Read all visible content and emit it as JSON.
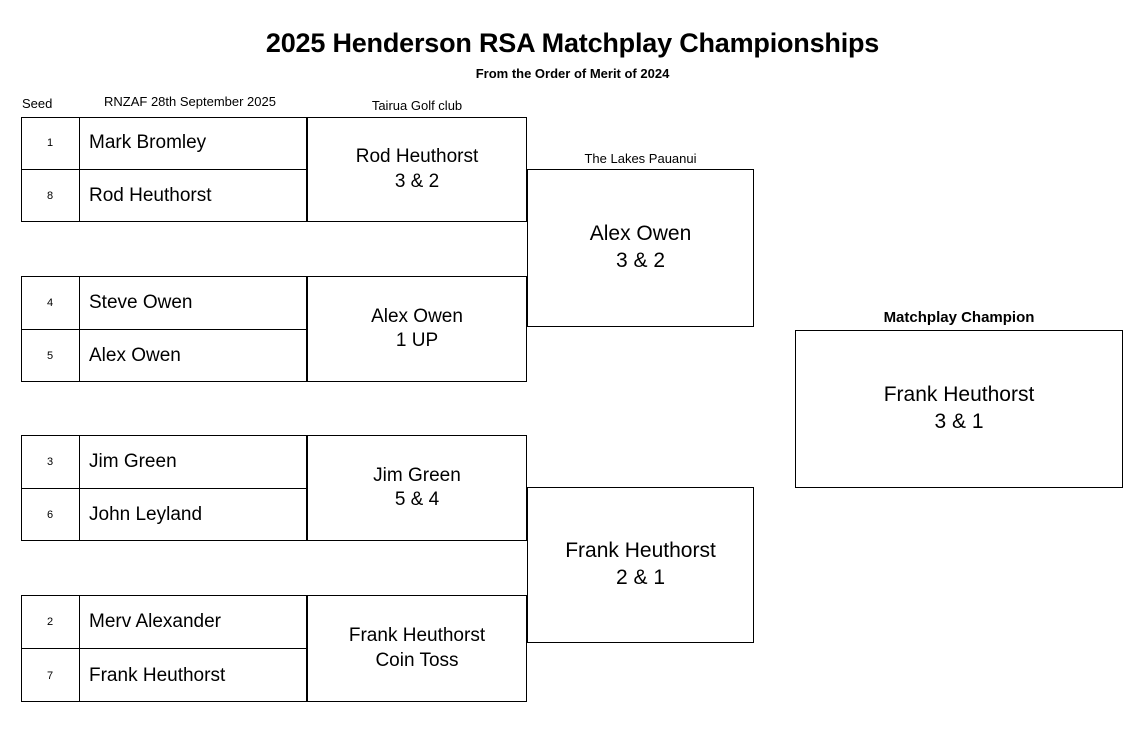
{
  "header": {
    "title": "2025 Henderson RSA Matchplay Championships",
    "subtitle": "From the Order of Merit of 2024"
  },
  "column_labels": {
    "seed": "Seed",
    "round1": "RNZAF 28th September 2025",
    "round2": "Tairua Golf club",
    "semifinal": "The Lakes Pauanui",
    "final": "Matchplay Champion"
  },
  "bracket": {
    "round1": [
      {
        "players": [
          {
            "seed": "1",
            "name": "Mark Bromley"
          },
          {
            "seed": "8",
            "name": "Rod Heuthorst"
          }
        ]
      },
      {
        "players": [
          {
            "seed": "4",
            "name": "Steve Owen"
          },
          {
            "seed": "5",
            "name": "Alex Owen"
          }
        ]
      },
      {
        "players": [
          {
            "seed": "3",
            "name": "Jim Green"
          },
          {
            "seed": "6",
            "name": "John Leyland"
          }
        ]
      },
      {
        "players": [
          {
            "seed": "2",
            "name": "Merv Alexander"
          },
          {
            "seed": "7",
            "name": "Frank Heuthorst"
          }
        ]
      }
    ],
    "round2": [
      {
        "winner": "Rod Heuthorst",
        "score": "3 & 2"
      },
      {
        "winner": "Alex Owen",
        "score": "1 UP"
      },
      {
        "winner": "Jim Green",
        "score": "5 & 4"
      },
      {
        "winner": "Frank Heuthorst",
        "score": "Coin Toss"
      }
    ],
    "semifinals": [
      {
        "winner": "Alex Owen",
        "score": "3 & 2"
      },
      {
        "winner": "Frank Heuthorst",
        "score": "2 & 1"
      }
    ],
    "final": {
      "winner": "Frank Heuthorst",
      "score": "3 & 1"
    }
  },
  "colors": {
    "line": "#000000",
    "background": "#ffffff",
    "text": "#000000"
  }
}
